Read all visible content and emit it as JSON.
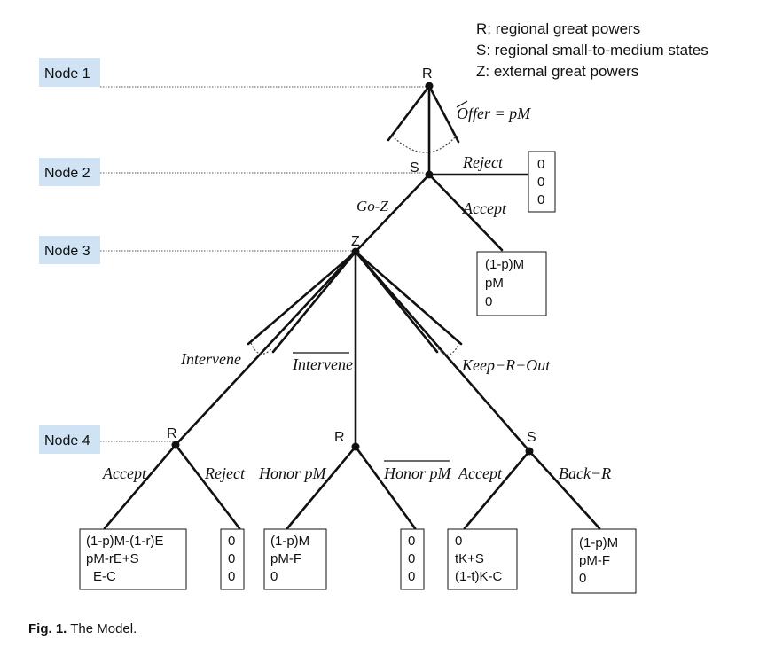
{
  "legend": [
    "R: regional great powers",
    "S: regional small-to-medium states",
    "Z: external great powers"
  ],
  "node_labels": [
    "Node 1",
    "Node 2",
    "Node 3",
    "Node 4"
  ],
  "players": {
    "root": "R",
    "node2": "S",
    "node3": "Z",
    "node4_left": "R",
    "node4_mid": "R",
    "node4_right": "S"
  },
  "moves": {
    "offer": "Offer = pM",
    "reject": "Reject",
    "accept": "Accept",
    "go_z": "Go-Z",
    "intervene": "Intervene",
    "not_intervene": "Intervene",
    "keep_r_out": "Keep−R−Out",
    "accept_left": "Accept",
    "reject_left": "Reject",
    "honor_pm": "Honor pM",
    "not_honor_pm": "Honor pM",
    "accept_right": "Accept",
    "back_r": "Back−R"
  },
  "payoffs": {
    "reject_s": [
      "0",
      "0",
      "0"
    ],
    "accept_s": [
      "(1-p)M",
      "pM",
      "0"
    ],
    "p1": [
      "(1-p)M-(1-r)E",
      "pM-rE+S",
      "E-C"
    ],
    "p2": [
      "0",
      "0",
      "0"
    ],
    "p3": [
      "(1-p)M",
      "pM-F",
      "0"
    ],
    "p4": [
      "0",
      "0",
      "0"
    ],
    "p5": [
      "0",
      "tK+S",
      "(1-t)K-C"
    ],
    "p6": [
      "(1-p)M",
      "pM-F",
      "0"
    ]
  },
  "caption": {
    "label": "Fig. 1.",
    "text": " The Model."
  }
}
